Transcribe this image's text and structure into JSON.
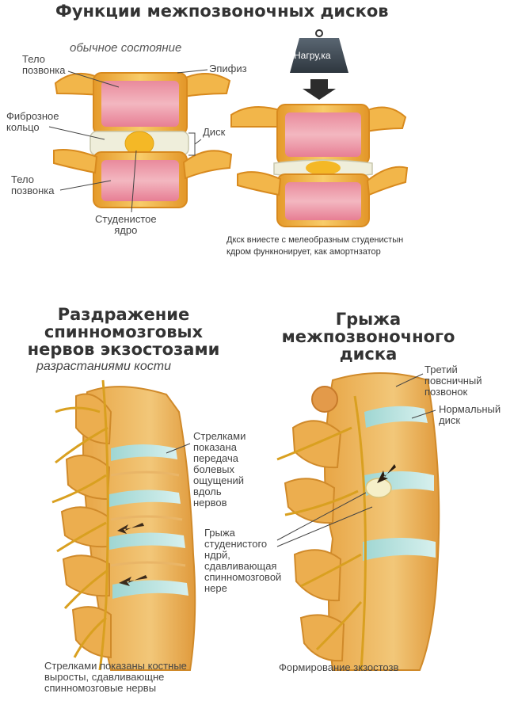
{
  "title_main": "Функции межпозвоночных дисков",
  "subtitle_normal": "обычное состояние",
  "labels_top": {
    "body_upper": [
      "Тело",
      "позвонка"
    ],
    "epiphysis": "Эпифиз",
    "fibrous": [
      "Фиброзное",
      "кольцо"
    ],
    "disc": "Диск",
    "body_lower": [
      "Тело",
      "позвонка"
    ],
    "nucleus": [
      "Студенистое",
      "ядро"
    ],
    "load": "Нагру,ка",
    "caption": [
      "Дкск вниесте с мелеобразным студенистын",
      "кдром функнонирует, как амортнзатор"
    ]
  },
  "section_left": {
    "title": [
      "Раздражение",
      "спинномозговых",
      "нервов экзостозами"
    ],
    "subtitle": "разрастаниями кости",
    "arrows_note": [
      "Стрелками",
      "показана",
      "передача",
      "болевых",
      "ощущений",
      "вдоль",
      "нервов"
    ],
    "caption": [
      "Стрелками показаны костные",
      "выросты, сдавливающне",
      "спинномозговые нервы"
    ]
  },
  "section_right": {
    "title": [
      "Грыжа",
      "межпозвоночного",
      "диска"
    ],
    "third_vertebra": [
      "Третий",
      "повсничный",
      "позвонок"
    ],
    "normal_disc": [
      "Нормальный",
      "диск"
    ],
    "hernia": [
      "Грыжа",
      "студенистого",
      "ндрй,",
      "сдавливающая",
      "спинномозговой",
      "нере"
    ],
    "caption": "Формирование зкзостозв"
  }
}
